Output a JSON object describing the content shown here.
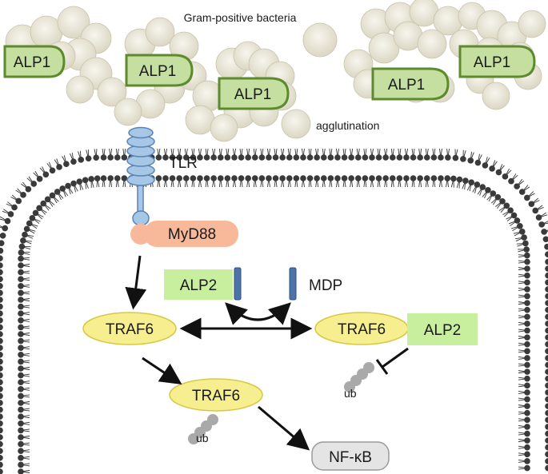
{
  "labels": {
    "bacteria": "Gram-positive bacteria",
    "agglutination": "agglutination",
    "tlr": "TLR",
    "myd88": "MyD88",
    "mdp": "MDP",
    "alp1": "ALP1",
    "alp2": "ALP2",
    "traf6": "TRAF6",
    "ub": "ub",
    "nfkb": "NF-κB"
  },
  "colors": {
    "bacteria_fill": "#ece9dc",
    "bacteria_edge": "#c9c3ad",
    "alp1_fill": "#c5dfa0",
    "alp1_stroke": "#5e8a2e",
    "alp2_fill": "#c7ef9e",
    "traf6_fill": "#f7ef8f",
    "traf6_stroke": "#d7c846",
    "myd88_fill": "#f8b99a",
    "tlr_fill": "#a7c7e6",
    "tlr_stroke": "#5a83b5",
    "mdp_fill": "#4c74a8",
    "ub_fill": "#a9a9a9",
    "nfkb_fill": "#e4e4e4",
    "membrane_head": "#3a3a3a"
  }
}
